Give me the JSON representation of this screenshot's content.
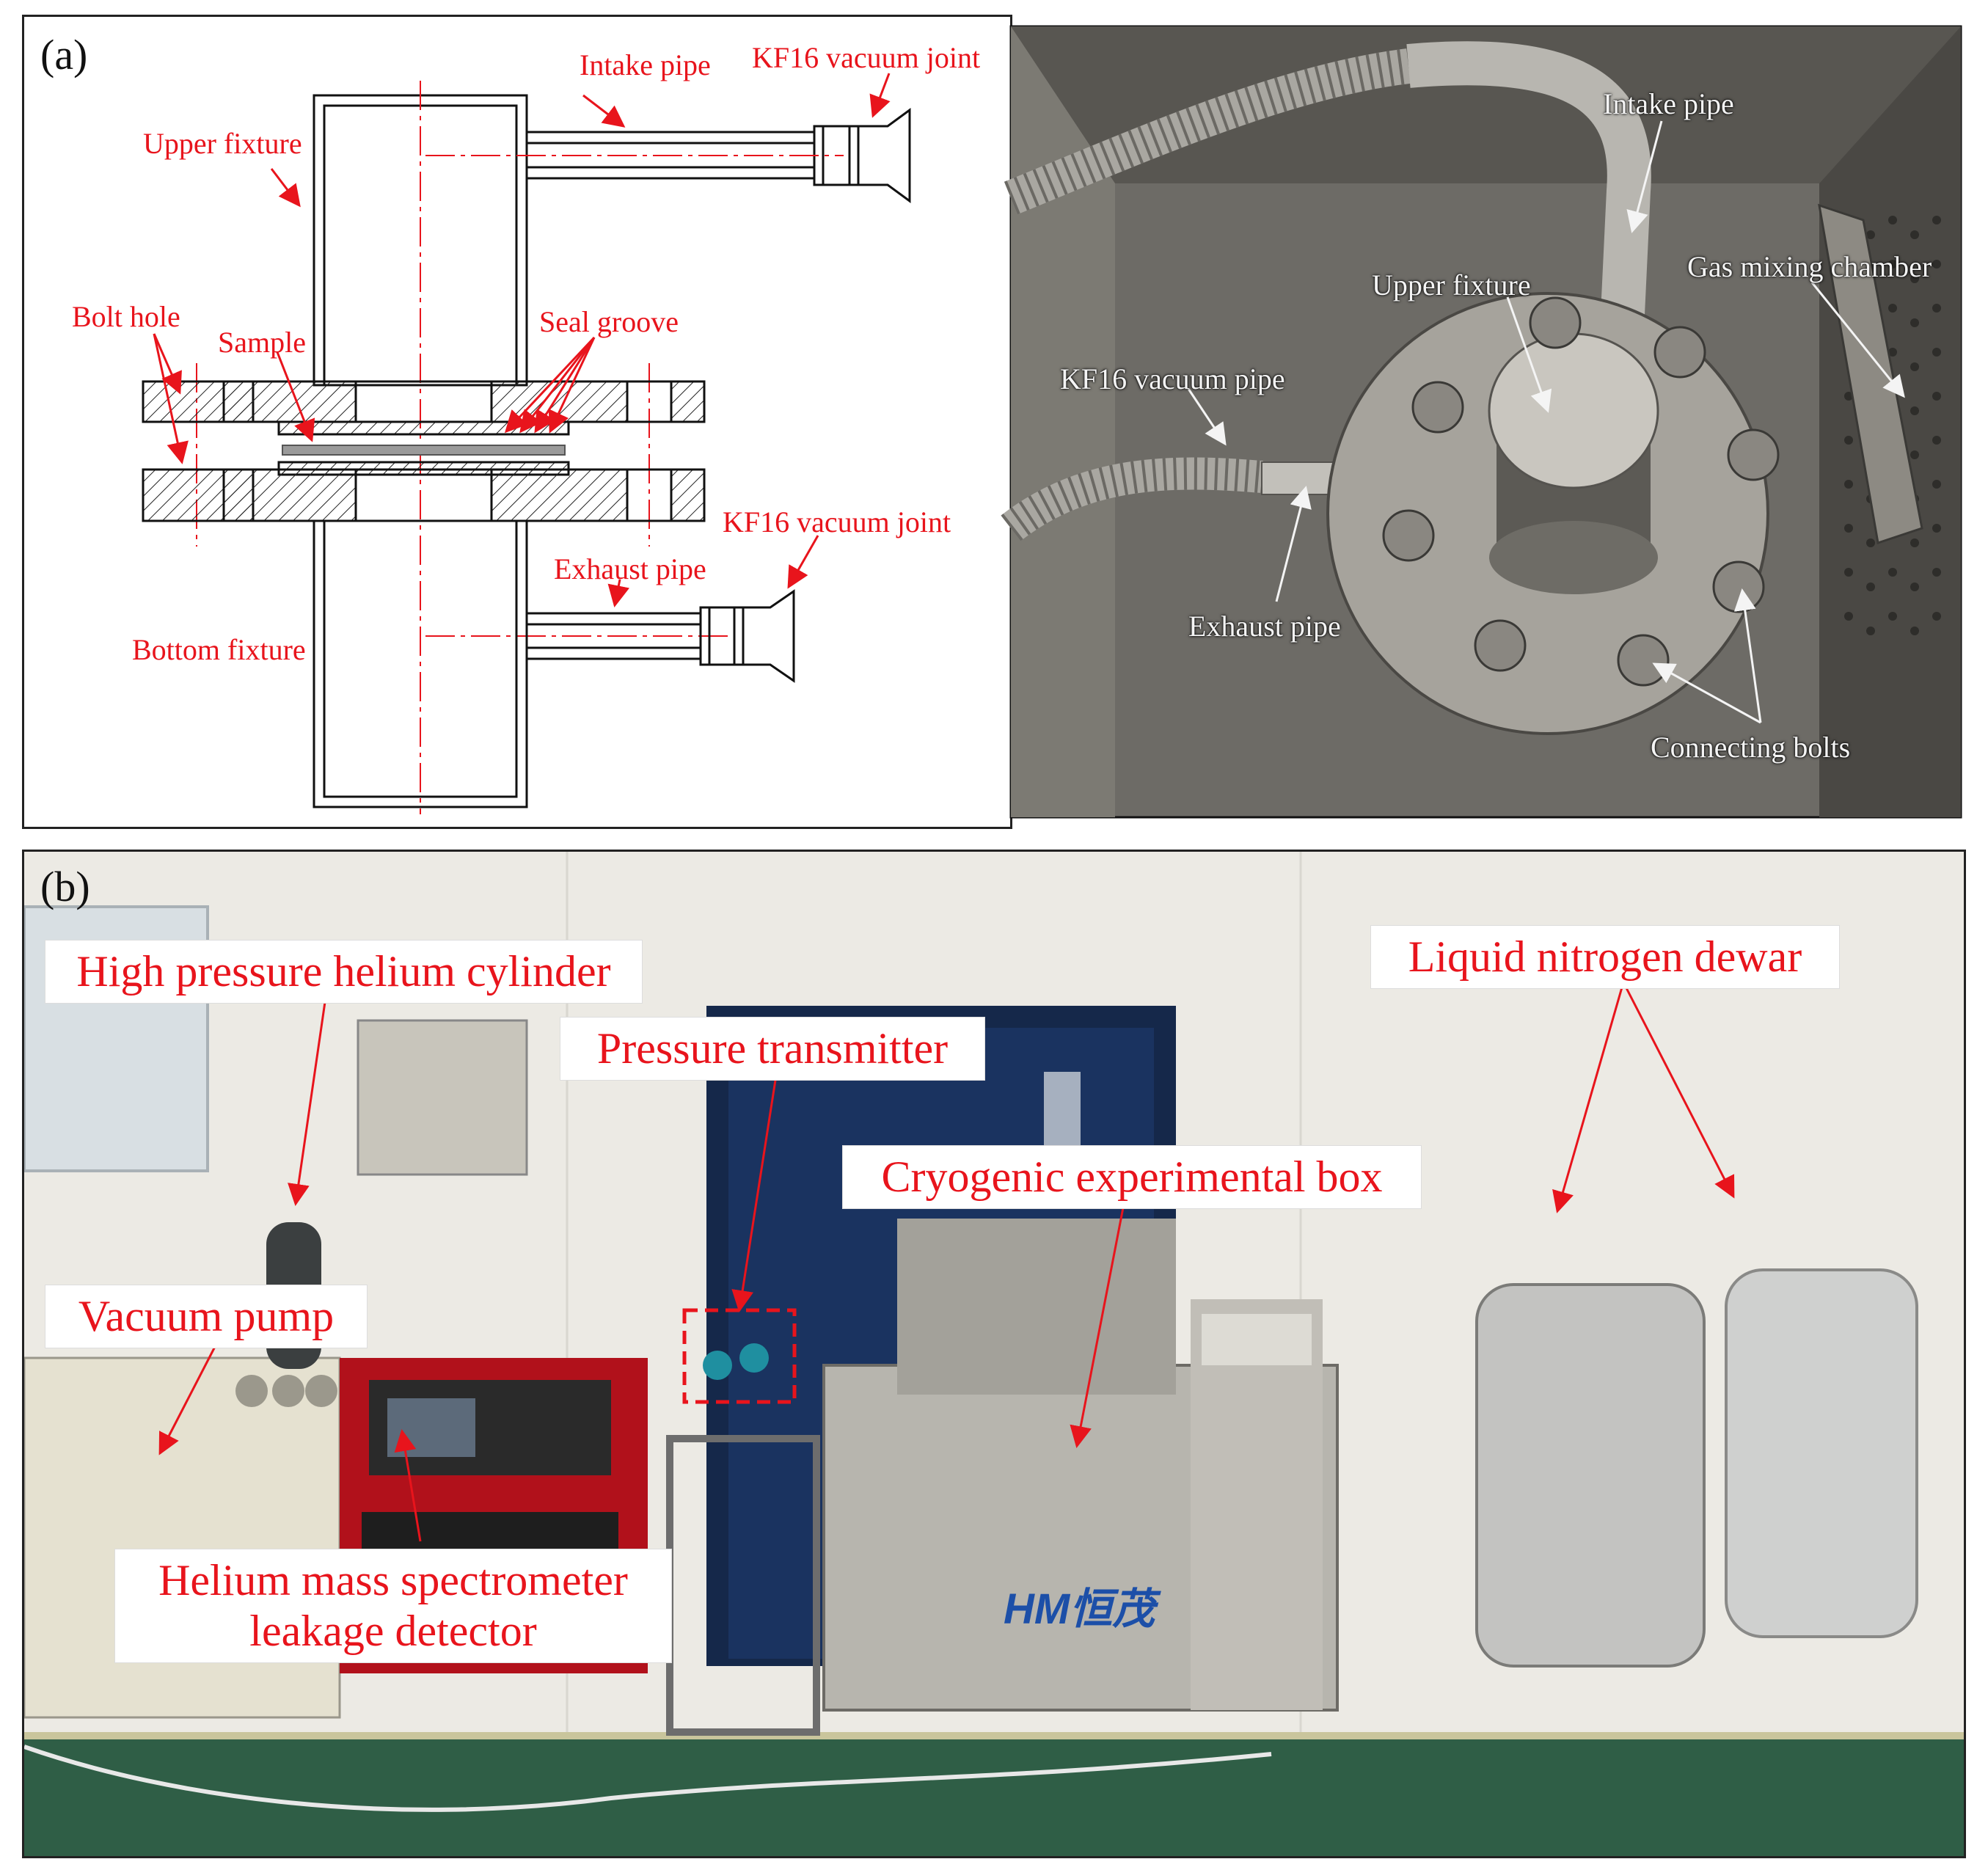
{
  "panel_a": {
    "letter": "(a)",
    "drawing_labels": {
      "intake_pipe": "Intake pipe",
      "kf16_joint_top": "KF16 vacuum joint",
      "upper_fixture": "Upper fixture",
      "bolt_hole": "Bolt hole",
      "sample": "Sample",
      "seal_groove": "Seal groove",
      "kf16_joint_bottom": "KF16 vacuum joint",
      "exhaust_pipe": "Exhaust pipe",
      "bottom_fixture": "Bottom fixture"
    },
    "photo_labels": {
      "intake_pipe": "Intake pipe",
      "gas_mixing_chamber": "Gas mixing chamber",
      "upper_fixture": "Upper fixture",
      "kf16_vacuum_pipe": "KF16 vacuum pipe",
      "exhaust_pipe": "Exhaust pipe",
      "connecting_bolts": "Connecting bolts"
    }
  },
  "panel_b": {
    "letter": "(b)",
    "callouts": {
      "helium_cylinder": "High pressure helium cylinder",
      "pressure_transmitter": "Pressure transmitter",
      "cryogenic_box": "Cryogenic experimental box",
      "vacuum_pump": "Vacuum pump",
      "leak_detector_line1": "Helium mass spectrometer",
      "leak_detector_line2": "leakage detector",
      "nitrogen_dewar": "Liquid nitrogen dewar"
    },
    "brand_mark": "HM恒茂"
  },
  "colors": {
    "label_red": "#e8141c",
    "photo_label": "#f4f4f4"
  }
}
